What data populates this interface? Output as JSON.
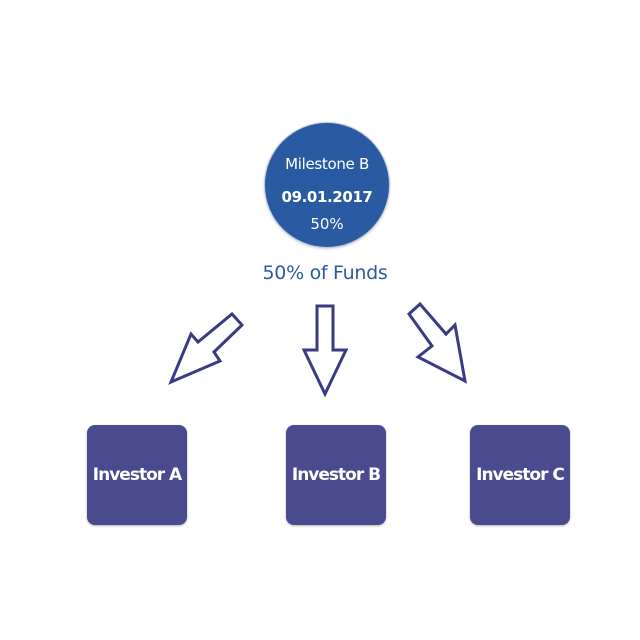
{
  "milestone": {
    "name": "Milestone B",
    "date": "09.01.2017",
    "percent": "50%"
  },
  "funds_label": "50% of Funds",
  "investors": [
    {
      "label": "Investor A"
    },
    {
      "label": "Investor B"
    },
    {
      "label": "Investor C"
    }
  ],
  "colors": {
    "milestone_fill": "#2a5ba2",
    "investor_fill": "#4a4a8e",
    "arrow_stroke": "#3a3a86",
    "funds_text": "#2a5ba2"
  }
}
